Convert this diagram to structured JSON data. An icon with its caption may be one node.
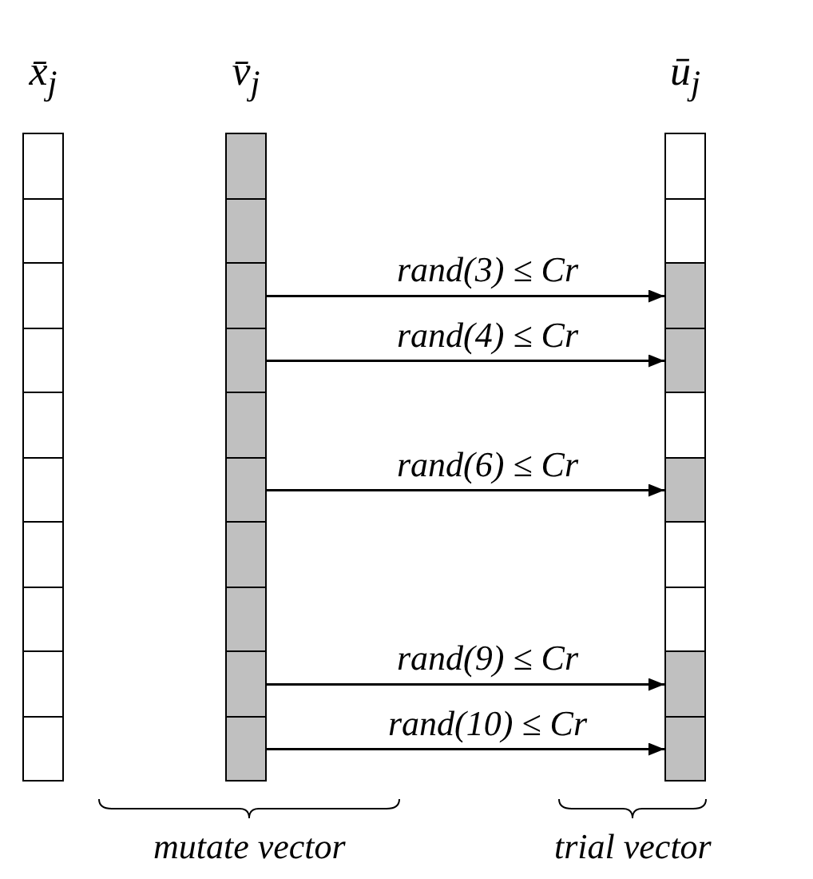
{
  "diagram": {
    "nodes": [
      {
        "text": [
          "x̄$_{j}$"
        ]
      },
      {
        "text": [],
        "shape": "box",
        "in": 0
      },
      {
        "text": [],
        "shape": "box",
        "in": 0
      },
      {
        "text": [],
        "shape": "box",
        "in": 0
      },
      {
        "text": [],
        "shape": "box",
        "in": 0
      },
      {
        "text": [],
        "shape": "box",
        "in": 0
      },
      {
        "text": [],
        "shape": "box",
        "in": 0
      },
      {
        "text": [],
        "shape": "box",
        "in": 0
      },
      {
        "text": [],
        "shape": "box",
        "in": 0
      },
      {
        "text": [],
        "shape": "box",
        "in": 0
      },
      {
        "text": [],
        "shape": "box",
        "in": 0
      },
      {
        "text": [
          "v̄$_{j}$"
        ]
      },
      {
        "text": [],
        "shape": "box",
        "in": 11
      },
      {
        "text": [],
        "shape": "box",
        "in": 11
      },
      {
        "text": [],
        "shape": "box",
        "in": 11
      },
      {
        "text": [],
        "shape": "box",
        "in": 11
      },
      {
        "text": [],
        "shape": "box",
        "in": 11
      },
      {
        "text": [],
        "shape": "box",
        "in": 11
      },
      {
        "text": [],
        "shape": "box",
        "in": 11
      },
      {
        "text": [],
        "shape": "box",
        "in": 11
      },
      {
        "text": [],
        "shape": "box",
        "in": 11
      },
      {
        "text": [],
        "shape": "box",
        "in": 11
      },
      {
        "text": [
          "ū$_{j}$"
        ]
      },
      {
        "text": [],
        "shape": "box",
        "in": 22
      },
      {
        "text": [],
        "shape": "box",
        "in": 22
      },
      {
        "text": [],
        "shape": "box",
        "in": 22
      },
      {
        "text": [],
        "shape": "box",
        "in": 22
      },
      {
        "text": [],
        "shape": "box",
        "in": 22
      },
      {
        "text": [],
        "shape": "box",
        "in": 22
      },
      {
        "text": [],
        "shape": "box",
        "in": 22
      },
      {
        "text": [],
        "shape": "box",
        "in": 22
      },
      {
        "text": [],
        "shape": "box",
        "in": 22
      },
      {
        "text": [],
        "shape": "box",
        "in": 22
      }
    ],
    "edges": [
      {
        "from": 14,
        "to": 25,
        "arrow": "to",
        "label": "rand(3) ≤ Cr"
      },
      {
        "from": 15,
        "to": 26,
        "arrow": "to",
        "label": "rand(4) ≤ Cr"
      },
      {
        "from": 17,
        "to": 28,
        "arrow": "to",
        "label": "rand(6) ≤ Cr"
      },
      {
        "from": 20,
        "to": 31,
        "arrow": "to",
        "label": "rand(9) ≤ Cr"
      },
      {
        "from": 21,
        "to": 32,
        "arrow": "to",
        "label": "rand(10) ≤ Cr"
      }
    ],
    "labels": [
      "mutate vector",
      "trial vector"
    ]
  }
}
